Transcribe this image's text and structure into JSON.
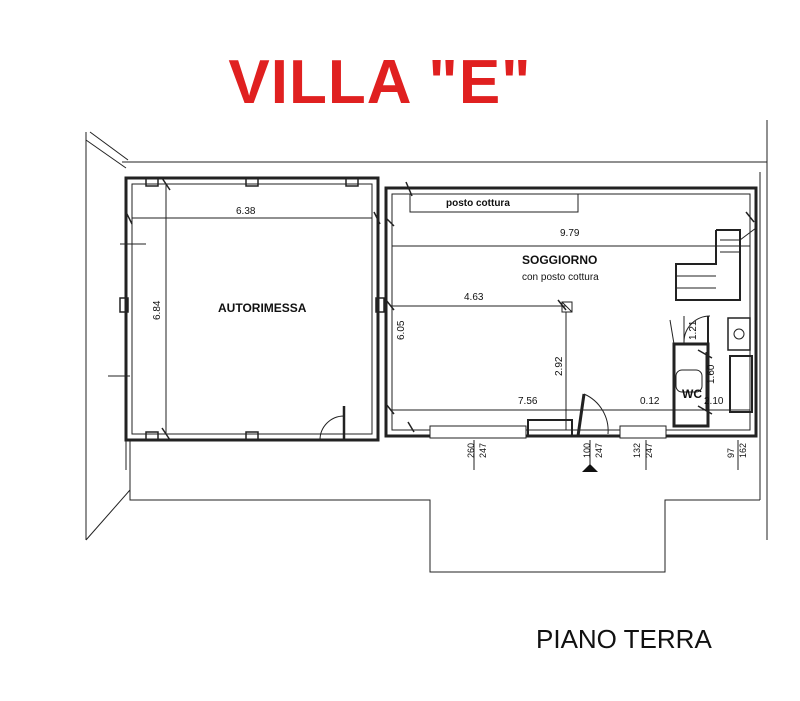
{
  "title": "VILLA \"E\"",
  "floor_label": "PIANO TERRA",
  "rooms": {
    "garage": "AUTORIMESSA",
    "living": "SOGGIORNO",
    "living_sub": "con posto cottura",
    "kitchen_strip": "posto cottura",
    "wc": "WC"
  },
  "dimensions": {
    "garage_width": "6.38",
    "garage_depth": "6.84",
    "living_width": "9.79",
    "living_inner": "4.63",
    "living_depth": "6.05",
    "living_partial": "2.92",
    "living_front": "7.56",
    "gap": "0.12",
    "bath_width": "2.10",
    "bath_depth": "1.60",
    "stair_gap": "1.21"
  },
  "openings": {
    "w1_a": "260",
    "w1_b": "247",
    "door_a": "100",
    "door_b": "247",
    "w2_a": "132",
    "w2_b": "247",
    "w3_a": "97",
    "w3_b": "162"
  }
}
